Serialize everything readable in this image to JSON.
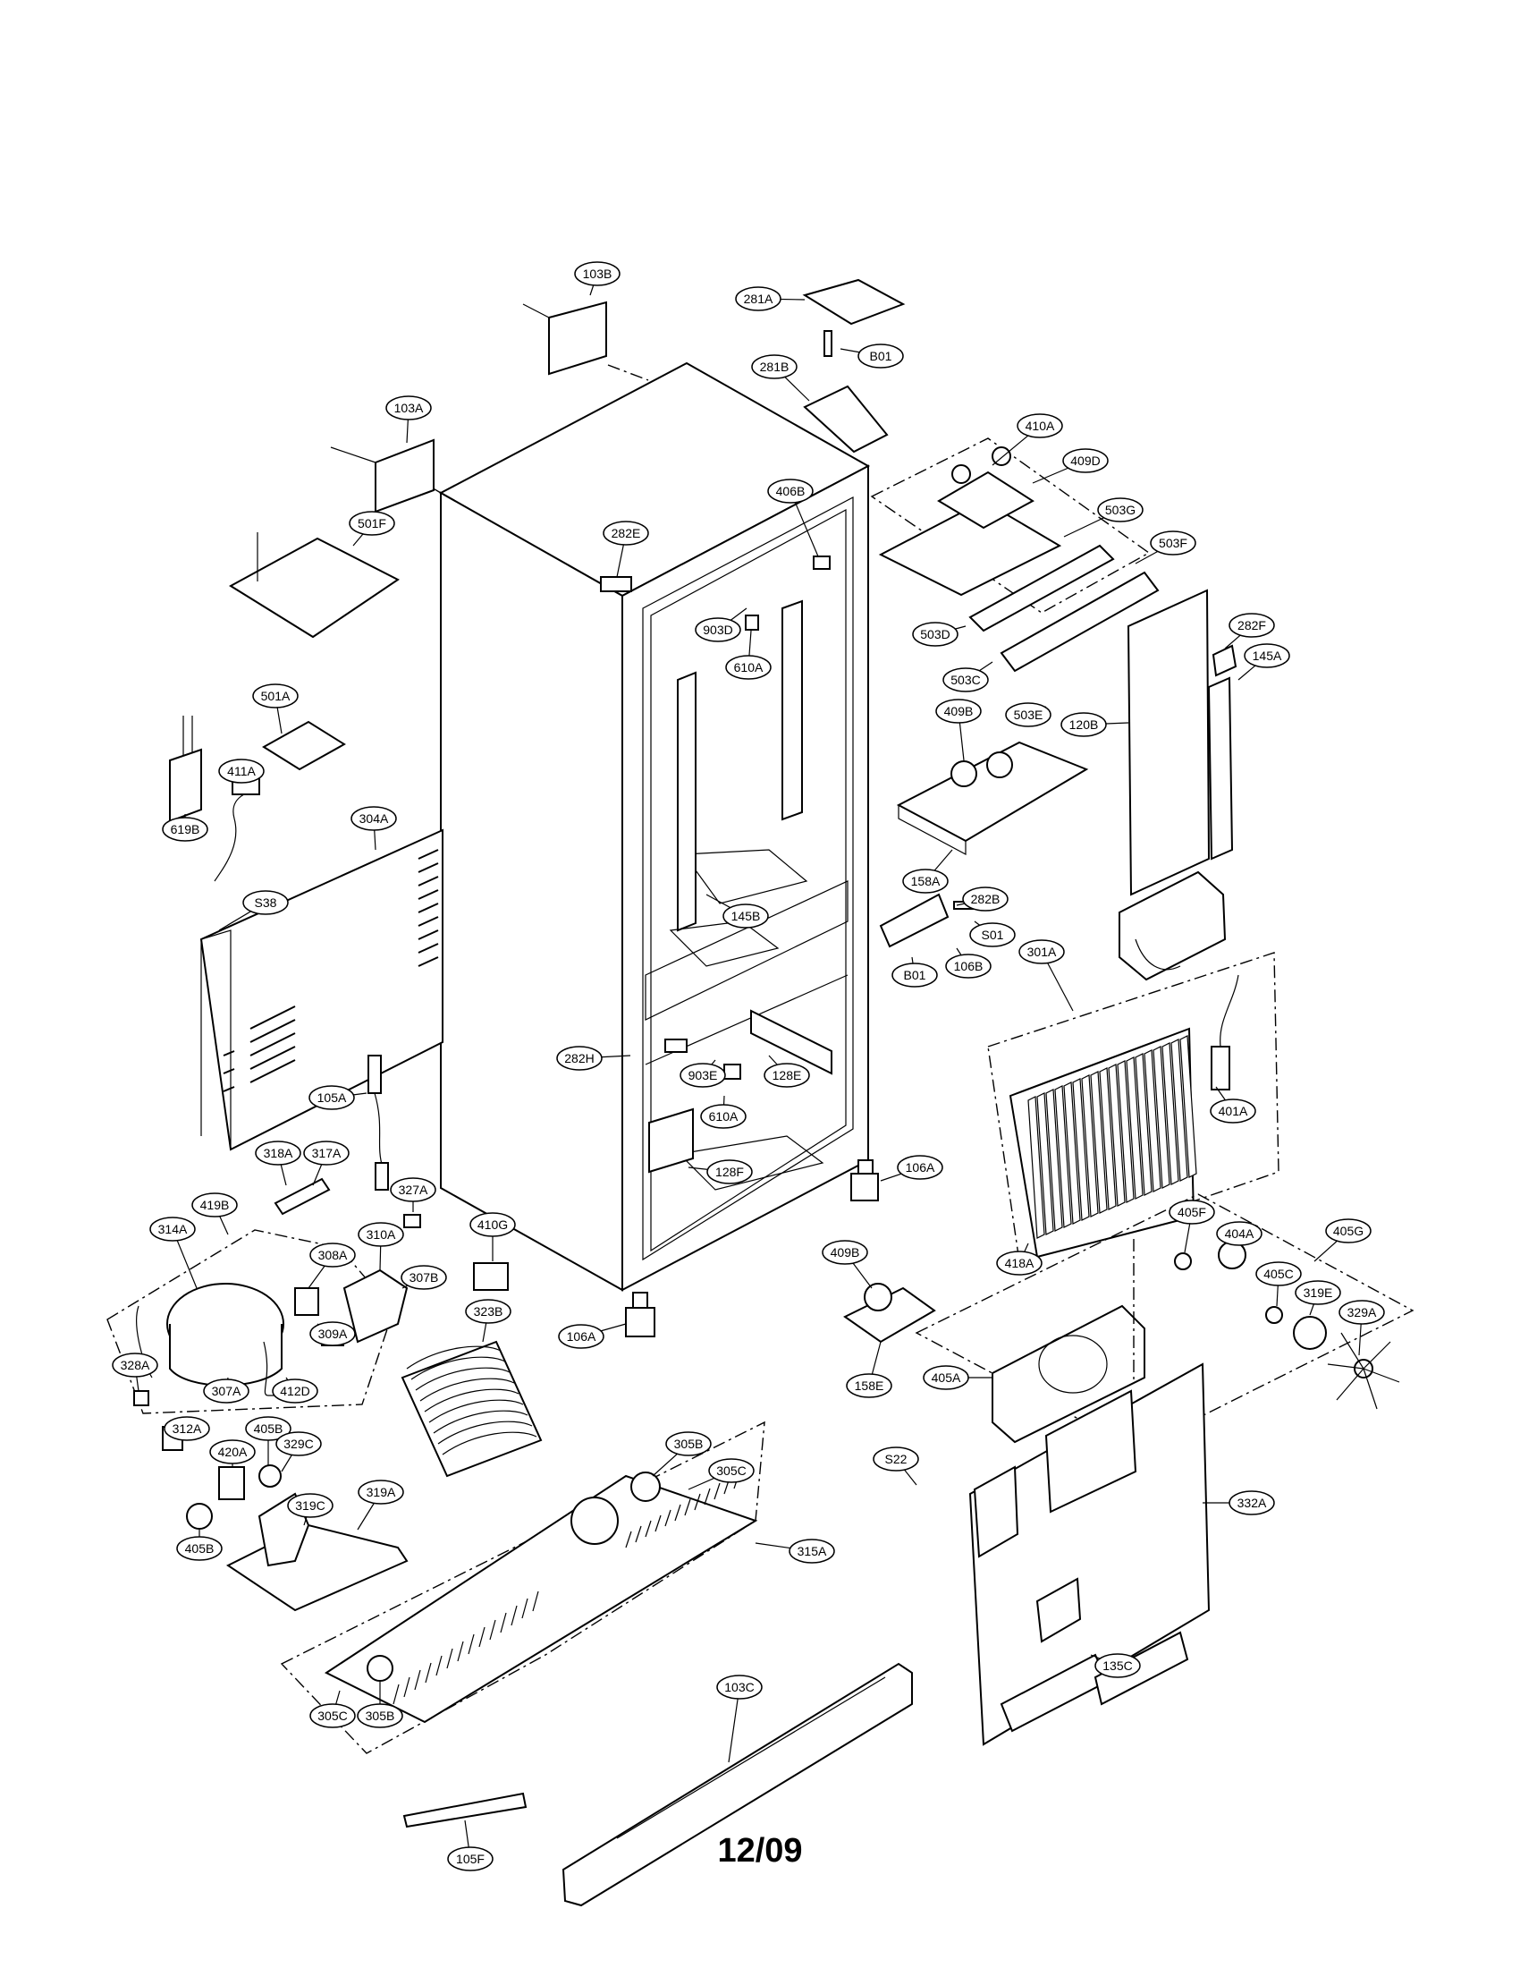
{
  "footer": {
    "date": "12/09"
  },
  "callouts": [
    {
      "id": "c103B",
      "label": "103B"
    },
    {
      "id": "c281A",
      "label": "281A"
    },
    {
      "id": "cB01a",
      "label": "B01"
    },
    {
      "id": "c281B",
      "label": "281B"
    },
    {
      "id": "c103A",
      "label": "103A"
    },
    {
      "id": "c410A",
      "label": "410A"
    },
    {
      "id": "c409D",
      "label": "409D"
    },
    {
      "id": "c406B",
      "label": "406B"
    },
    {
      "id": "c503G",
      "label": "503G"
    },
    {
      "id": "c501F",
      "label": "501F"
    },
    {
      "id": "c282E",
      "label": "282E"
    },
    {
      "id": "c503F",
      "label": "503F"
    },
    {
      "id": "c282F",
      "label": "282F"
    },
    {
      "id": "c903D",
      "label": "903D"
    },
    {
      "id": "c503D",
      "label": "503D"
    },
    {
      "id": "c145A",
      "label": "145A"
    },
    {
      "id": "c610A",
      "label": "610A"
    },
    {
      "id": "c503C",
      "label": "503C"
    },
    {
      "id": "c501A",
      "label": "501A"
    },
    {
      "id": "c409B",
      "label": "409B"
    },
    {
      "id": "c503E",
      "label": "503E"
    },
    {
      "id": "c120B",
      "label": "120B"
    },
    {
      "id": "c411A",
      "label": "411A"
    },
    {
      "id": "c304A",
      "label": "304A"
    },
    {
      "id": "c619B",
      "label": "619B"
    },
    {
      "id": "c158A",
      "label": "158A"
    },
    {
      "id": "c145B",
      "label": "145B"
    },
    {
      "id": "c282B",
      "label": "282B"
    },
    {
      "id": "cS38",
      "label": "S38"
    },
    {
      "id": "cS01",
      "label": "S01"
    },
    {
      "id": "c301A",
      "label": "301A"
    },
    {
      "id": "cB01b",
      "label": "B01"
    },
    {
      "id": "c106B",
      "label": "106B"
    },
    {
      "id": "c282H",
      "label": "282H"
    },
    {
      "id": "c903E",
      "label": "903E"
    },
    {
      "id": "c128E",
      "label": "128E"
    },
    {
      "id": "c105A",
      "label": "105A"
    },
    {
      "id": "c610Ab",
      "label": "610A"
    },
    {
      "id": "c401A",
      "label": "401A"
    },
    {
      "id": "c318A",
      "label": "318A"
    },
    {
      "id": "c317A",
      "label": "317A"
    },
    {
      "id": "c106A",
      "label": "106A"
    },
    {
      "id": "c128F",
      "label": "128F"
    },
    {
      "id": "c327A",
      "label": "327A"
    },
    {
      "id": "c419B",
      "label": "419B"
    },
    {
      "id": "c410G",
      "label": "410G"
    },
    {
      "id": "c418A",
      "label": "418A"
    },
    {
      "id": "c314A",
      "label": "314A"
    },
    {
      "id": "c310A",
      "label": "310A"
    },
    {
      "id": "c405F",
      "label": "405F"
    },
    {
      "id": "c405G",
      "label": "405G"
    },
    {
      "id": "c308A",
      "label": "308A"
    },
    {
      "id": "c404A",
      "label": "404A"
    },
    {
      "id": "c307B",
      "label": "307B"
    },
    {
      "id": "c409Bb",
      "label": "409B"
    },
    {
      "id": "c405C",
      "label": "405C"
    },
    {
      "id": "c319E",
      "label": "319E"
    },
    {
      "id": "c323B",
      "label": "323B"
    },
    {
      "id": "c329A",
      "label": "329A"
    },
    {
      "id": "c309A",
      "label": "309A"
    },
    {
      "id": "c106Ab",
      "label": "106A"
    },
    {
      "id": "c328A",
      "label": "328A"
    },
    {
      "id": "c307A",
      "label": "307A"
    },
    {
      "id": "c412D",
      "label": "412D"
    },
    {
      "id": "c405A",
      "label": "405A"
    },
    {
      "id": "c158E",
      "label": "158E"
    },
    {
      "id": "c312A",
      "label": "312A"
    },
    {
      "id": "c405B",
      "label": "405B"
    },
    {
      "id": "c305B",
      "label": "305B"
    },
    {
      "id": "c420A",
      "label": "420A"
    },
    {
      "id": "c329C",
      "label": "329C"
    },
    {
      "id": "c305C",
      "label": "305C"
    },
    {
      "id": "cS22",
      "label": "S22"
    },
    {
      "id": "c319A",
      "label": "319A"
    },
    {
      "id": "c319C",
      "label": "319C"
    },
    {
      "id": "c332A",
      "label": "332A"
    },
    {
      "id": "c405Bb",
      "label": "405B"
    },
    {
      "id": "c315A",
      "label": "315A"
    },
    {
      "id": "c135C",
      "label": "135C"
    },
    {
      "id": "c103C",
      "label": "103C"
    },
    {
      "id": "c305Cb",
      "label": "305C"
    },
    {
      "id": "c305Bb",
      "label": "305B"
    },
    {
      "id": "c105F",
      "label": "105F"
    }
  ]
}
